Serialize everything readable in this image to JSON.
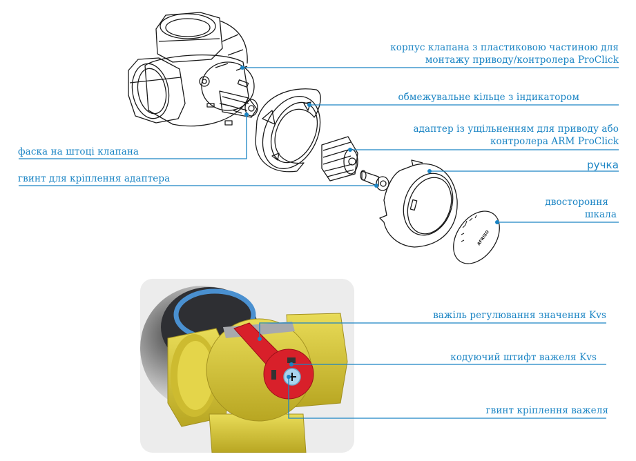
{
  "diagram": {
    "exploded_view": {
      "callouts": [
        {
          "id": "valve-body",
          "lines": [
            "корпус клапана з пластиковою частиною для",
            "монтажу приводу/контролера ProClick"
          ]
        },
        {
          "id": "limit-ring",
          "lines": [
            "обмежувальне кільце з індикатором"
          ]
        },
        {
          "id": "adapter",
          "lines": [
            "адаптер із ущільненням для приводу або",
            "контролера ARM ProClick"
          ]
        },
        {
          "id": "handle",
          "lines": [
            "ручка"
          ]
        },
        {
          "id": "scale",
          "lines": [
            "двостороння",
            "шкала"
          ]
        },
        {
          "id": "stem-chamfer",
          "lines": [
            "фаска на штоці клапана"
          ]
        },
        {
          "id": "adapter-screw",
          "lines": [
            "гвинт для кріплення адаптера"
          ]
        }
      ],
      "scale_logo_text": "AFRISO"
    },
    "photo_view": {
      "callouts": [
        {
          "id": "kvs-lever",
          "lines": [
            "важіль регулювання значення Kvs"
          ]
        },
        {
          "id": "coding-pin",
          "lines": [
            "кодуючий штифт важеля Kvs"
          ]
        },
        {
          "id": "lever-screw",
          "lines": [
            "гвинт кріплення важеля"
          ]
        }
      ]
    }
  },
  "colors": {
    "callout": "#1a84c4",
    "brass": "#d9c83a",
    "lever_red": "#d8202a",
    "ring_blue": "#4a90d0",
    "card_bg": "#ececec"
  }
}
